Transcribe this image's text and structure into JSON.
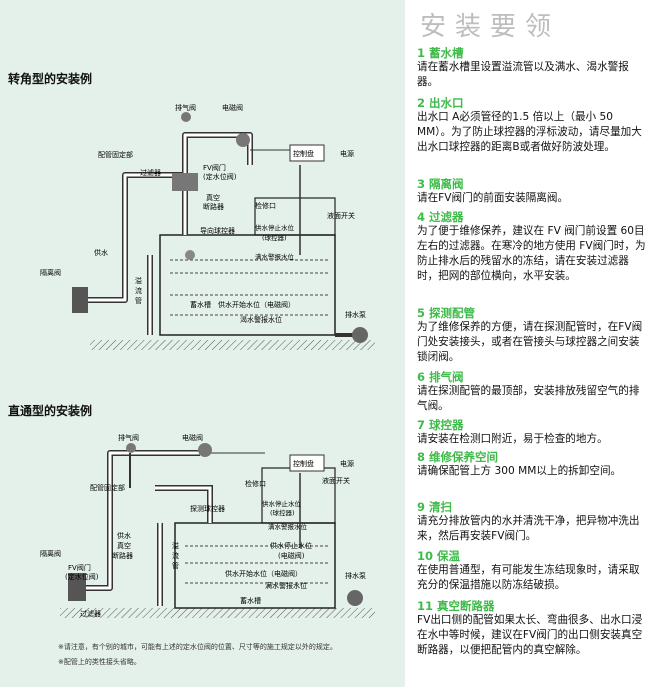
{
  "left": {
    "section1_title": "转角型的安装例",
    "section2_title": "直通型的安装例",
    "notes": [
      "※请注意，有个别的城市，可能有上述的定水位阀的位置、尺寸等的施工规定以外的规定。",
      "※配管上的类性接头省略。"
    ]
  },
  "diagram1": {
    "exhaust_valve": "排气阀",
    "solenoid_valve": "电磁阀",
    "pipe_fixing": "配管固定部",
    "filter": "过滤器",
    "fv_valve_1": "FV阀门",
    "fv_valve_2": "(定水位阀)",
    "vacuum_1": "真空",
    "vacuum_2": "断路器",
    "control_panel": "控制盘",
    "power": "电源",
    "inspection_port": "检修口",
    "float_switch": "液面开关",
    "guide_ball": "导向球控器",
    "supply_stop_1": "供水停止水位",
    "supply_stop_2": "(球控器)",
    "full_alarm": "满水警报水位",
    "water_supply": "供水",
    "isolation_valve": "隔离阀",
    "overflow_1": "溢",
    "overflow_2": "流",
    "overflow_3": "管",
    "storage_tank": "蓄水槽",
    "supply_start": "供水开始水位（电磁阀）",
    "low_alarm": "渴水警报水位",
    "drain_pump": "排水泵"
  },
  "diagram2": {
    "exhaust_valve": "排气阀",
    "solenoid_valve": "电磁阀",
    "control_panel": "控制盘",
    "power": "电源",
    "inspection_port": "检修口",
    "pipe_fixing": "配管固定部",
    "float_switch": "液面开关",
    "probe_ball": "探测球控器",
    "supply_stop_1": "供水停止水位",
    "supply_stop_2": "(球控器)",
    "full_alarm": "满水警报水位",
    "isolation_valve": "隔离阀",
    "fv_valve_1": "FV阀门",
    "fv_valve_2": "(定水位阀)",
    "vacuum_1": "供水",
    "vacuum_2": "真空",
    "vacuum_3": "断路器",
    "overflow_1": "溢",
    "overflow_2": "流",
    "overflow_3": "管",
    "stop_level_1": "供水停止水位",
    "stop_level_2": "(电磁阀)",
    "supply_start": "供水开始水位（电磁阀）",
    "full_level_2": "满水警报水位",
    "filter": "过滤器",
    "storage_tank": "蓄水槽",
    "drain_pump": "排水泵"
  },
  "right": {
    "title": "安装要领",
    "items": [
      {
        "head": "1 蓄水槽",
        "body": "请在蓄水槽里设置溢流管以及满水、渴水警报器。"
      },
      {
        "head": "2 出水口",
        "body": "出水口 A必须管径的1.5 倍以上（最小 50 MM）。为了防止球控器的浮标波动，请尽量加大出水口球控器的距离B或者做好防波处理。"
      },
      {
        "head": "3 隔离阀",
        "body": "请在FV阀门的前面安装隔离阀。"
      },
      {
        "head": "4 过滤器",
        "body": "为了便于维修保养，建议在 FV 阀门前设置 60目左右的过滤器。在寒冷的地方使用 FV阀门时，为防止排水后的残留水的冻结，请在安装过滤器时，把网的部位横向，水平安装。"
      },
      {
        "head": "5 探测配管",
        "body": "为了维修保养的方便，请在探测配管时，在FV阀门处安装接头，或者在管接头与球控器之间安装锁闭阀。"
      },
      {
        "head": "6 排气阀",
        "body": "请在探测配管的最顶部，安装排放残留空气的排气阀。"
      },
      {
        "head": "7 球控器",
        "body": "请安装在检测口附近，易于检查的地方。"
      },
      {
        "head": "8 维修保养空间",
        "body": "请确保配管上方 300 MM以上的拆卸空间。"
      },
      {
        "head": "9 清扫",
        "body": "请充分排放管内的水并清洗干净，把异物冲洗出来，然后再安装FV阀门。"
      },
      {
        "head": "10 保温",
        "body": "在使用普通型，有可能发生冻结现象时，请采取充分的保温措施以防冻结破损。"
      },
      {
        "head": "11 真空断路器",
        "body": "FV出口侧的配管如果太长、弯曲很多、出水口浸在水中等时候，建议在FV阀门的出口侧安装真空断路器，以便把配管内的真空解除。"
      }
    ]
  }
}
